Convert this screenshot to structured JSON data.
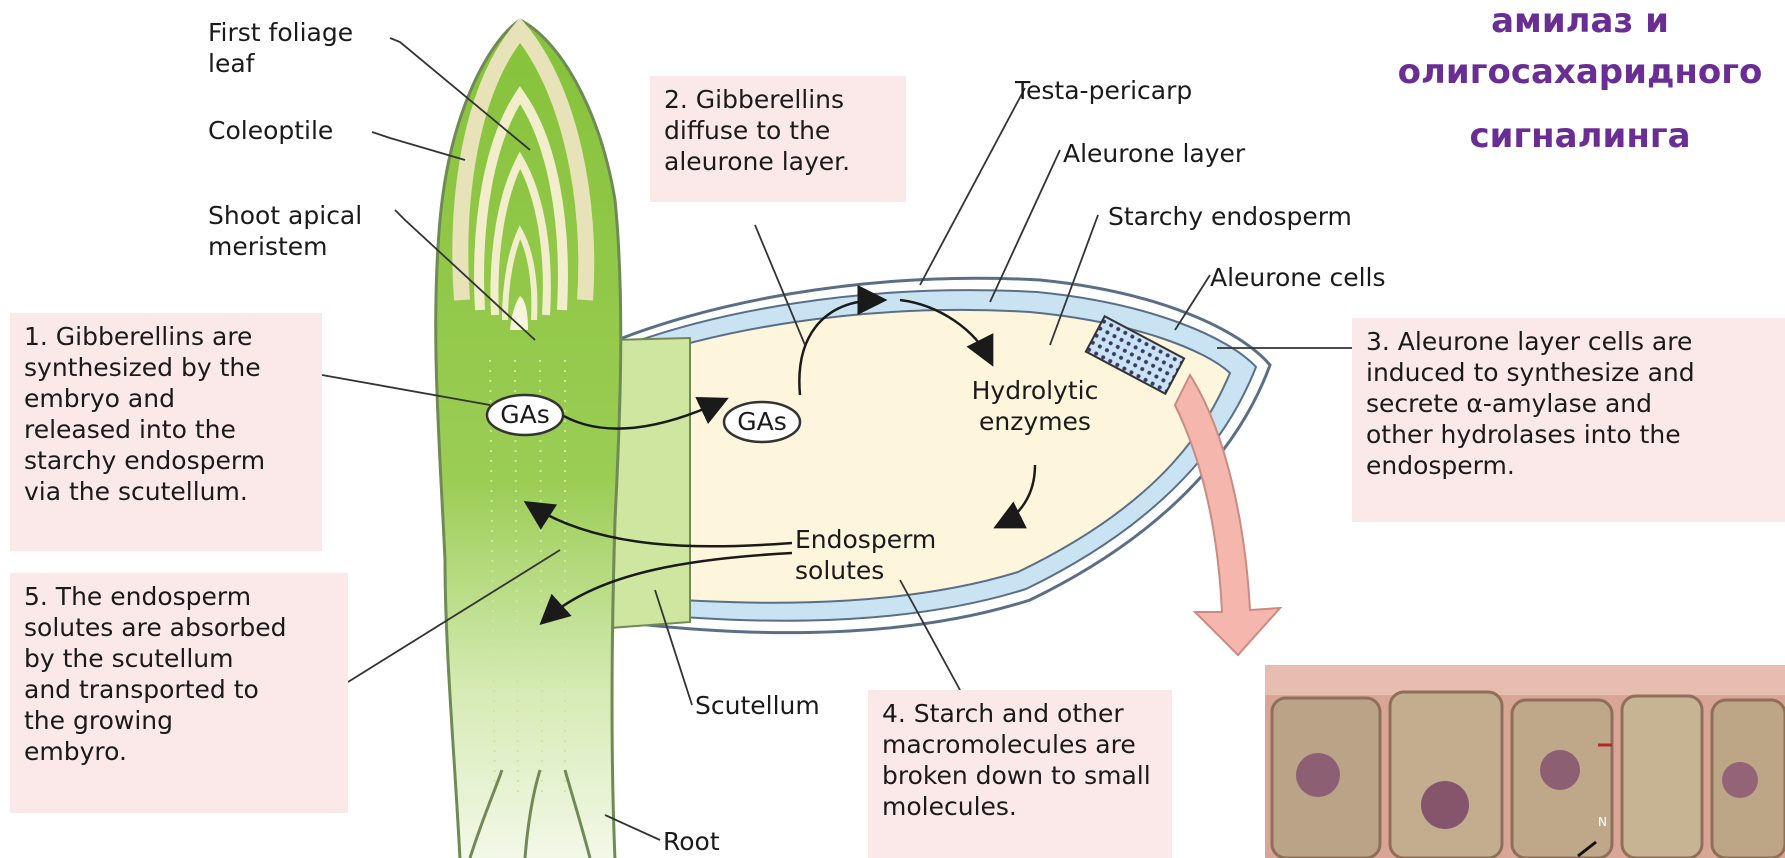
{
  "russian_title": {
    "line1": "амилаз и",
    "line2": "олигосахаридного",
    "line3": "сигналинга"
  },
  "labels": {
    "first_foliage_leaf": "First foliage\nleaf",
    "coleoptile": "Coleoptile",
    "shoot_apical_meristem": "Shoot apical\nmeristem",
    "testa_pericarp": "Testa-pericarp",
    "aleurone_layer": "Aleurone layer",
    "starchy_endosperm": "Starchy endosperm",
    "aleurone_cells": "Aleurone cells",
    "scutellum": "Scutellum",
    "root": "Root",
    "gas_embryo": "GAs",
    "gas_endosperm": "GAs",
    "hydrolytic_enzymes": "Hydrolytic\nenzymes",
    "endosperm_solutes": "Endosperm\nsolutes"
  },
  "steps": {
    "step1": "1. Gibberellins are\nsynthesized by the\nembryo and\nreleased into the\nstarchy endosperm\nvia the scutellum.",
    "step2": "2. Gibberellins\ndiffuse to the\naleurone layer.",
    "step3": "3. Aleurone layer cells are\ninduced to synthesize and\nsecrete α-amylase and\nother hydrolases into the\nendosperm.",
    "step4": "4. Starch and other\nmacromolecules are\nbroken down to small\nmolecules.",
    "step5": "5. The endosperm\nsolutes are absorbed\nby the scutellum\nand transported to\nthe growing\nembyro."
  },
  "micrograph_marker": "N",
  "colors": {
    "embryo_green": "#8cc63f",
    "embryo_light": "#cfe6a0",
    "endosperm": "#fdf5dc",
    "aleurone": "#c9e3f3",
    "box_pink": "#fbe9e9",
    "russian_text": "#6a2d94",
    "arrow_pink": "#f4b6ad"
  }
}
